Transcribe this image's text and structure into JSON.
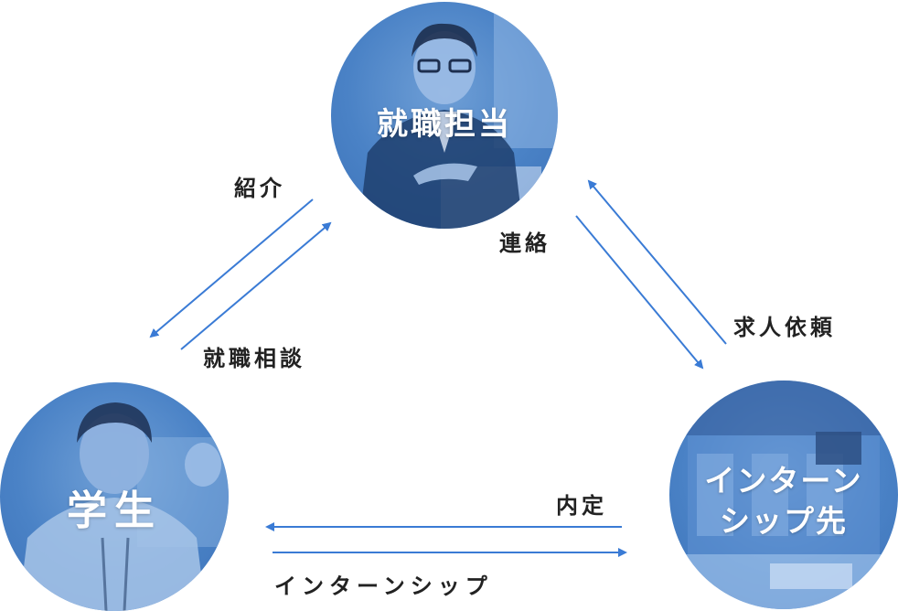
{
  "nodes": {
    "coordinator": {
      "label": "就職担当"
    },
    "student": {
      "label": "学生"
    },
    "company": {
      "label": "インターン\nシップ先"
    }
  },
  "edges": {
    "introduce": "紹介",
    "consult": "就職相談",
    "contact": "連絡",
    "request": "求人依頼",
    "offer": "内定",
    "internship": "インターンシップ"
  },
  "colors": {
    "arrow": "#3a7bd5",
    "node_fill": "#4a82c6",
    "label_text": "#222222"
  }
}
